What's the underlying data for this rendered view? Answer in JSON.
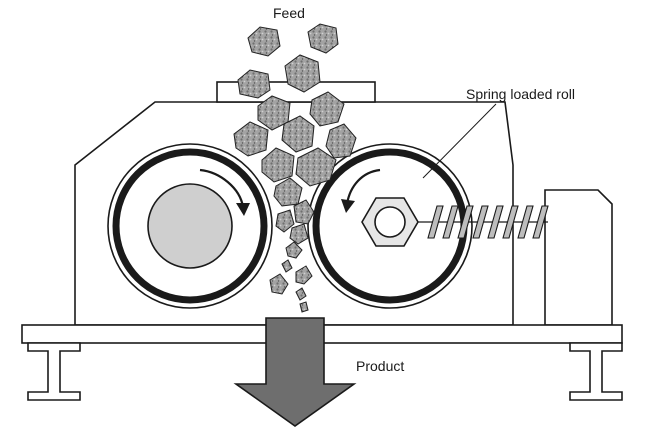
{
  "diagram": {
    "labels": {
      "feed": "Feed",
      "spring_loaded_roll": "Spring loaded roll",
      "product": "Product"
    },
    "colors": {
      "outline": "#1a1a1a",
      "frame_fill": "#ffffff",
      "roll_hub_fill": "#cfcfcf",
      "hex_nut_fill": "#e6e6e6",
      "spring_fill": "#bdbdbd",
      "arrow_fill": "#6e6e6e",
      "rock_fill": "#9a9a9a"
    },
    "icons": {
      "fixed_roll": "fixed-roll-icon",
      "spring_roll": "spring-roll-icon",
      "spring": "spring-icon",
      "product_arrow": "down-arrow-icon"
    }
  }
}
